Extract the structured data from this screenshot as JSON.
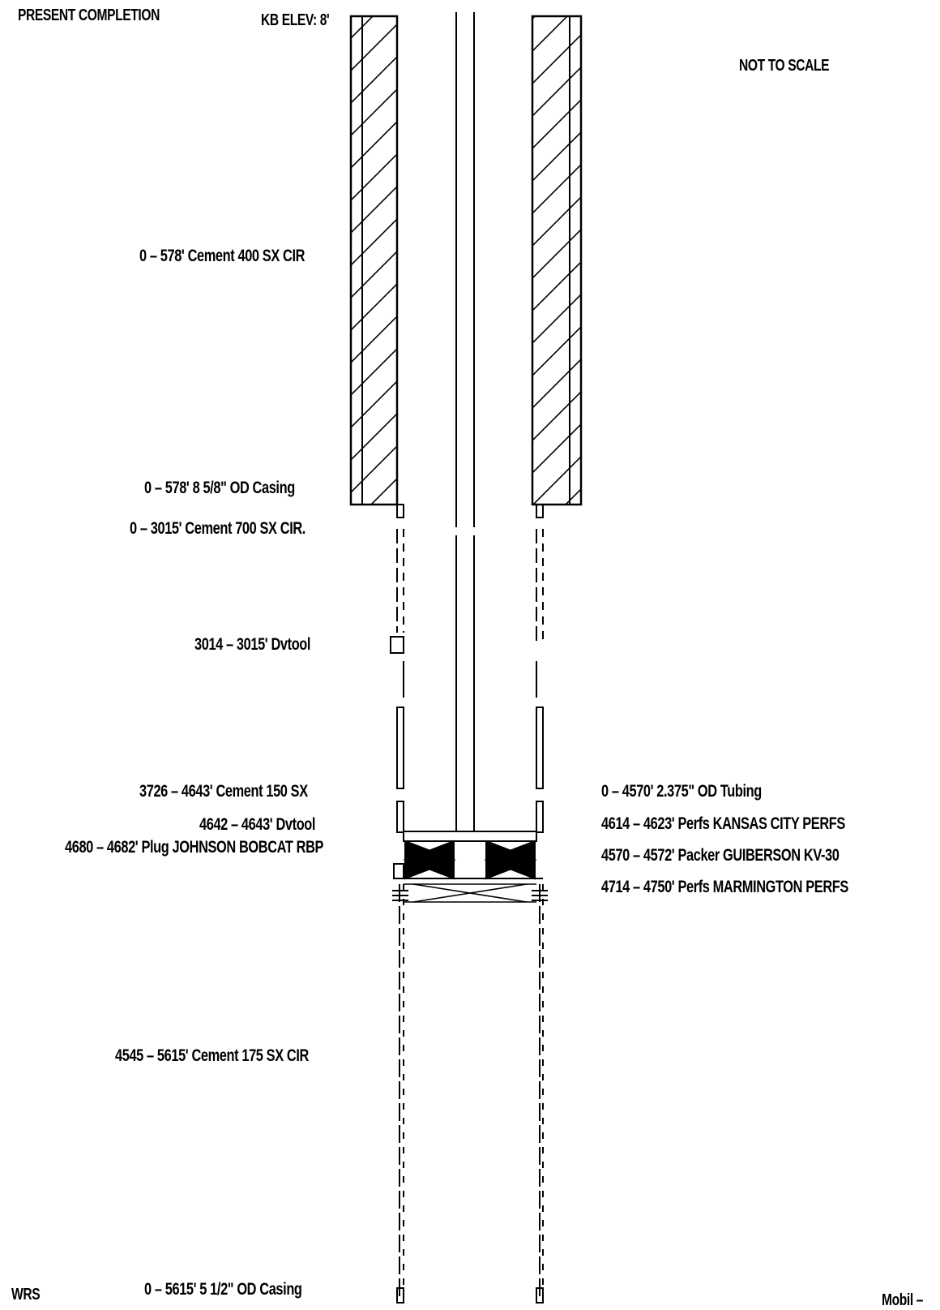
{
  "header": {
    "title": "PRESENT COMPLETION",
    "kb_elev": "KB ELEV: 8'",
    "scale_note": "NOT TO SCALE"
  },
  "labels_left": [
    "0 – 578' Cement 400 SX CIR",
    "0 – 578' 8 5/8\" OD Casing",
    "0 – 3015' Cement 700 SX CIR.",
    "3014 – 3015' Dvtool",
    "3726 – 4643' Cement 150 SX",
    "4642 – 4643' Dvtool",
    "4680 – 4682' Plug JOHNSON BOBCAT RBP",
    "4545 – 5615' Cement 175 SX CIR",
    "0 – 5615' 5 1/2\" OD Casing"
  ],
  "labels_right": [
    "0 – 4570' 2.375\" OD Tubing",
    "4614 – 4623' Perfs KANSAS CITY PERFS",
    "4570 – 4572' Packer GUIBERSON KV-30",
    "4714 – 4750' Perfs MARMINGTON PERFS"
  ],
  "footer": {
    "initials": "WRS",
    "company": "Mobil –"
  },
  "colors": {
    "ink": "#000000",
    "paper": "#ffffff"
  }
}
